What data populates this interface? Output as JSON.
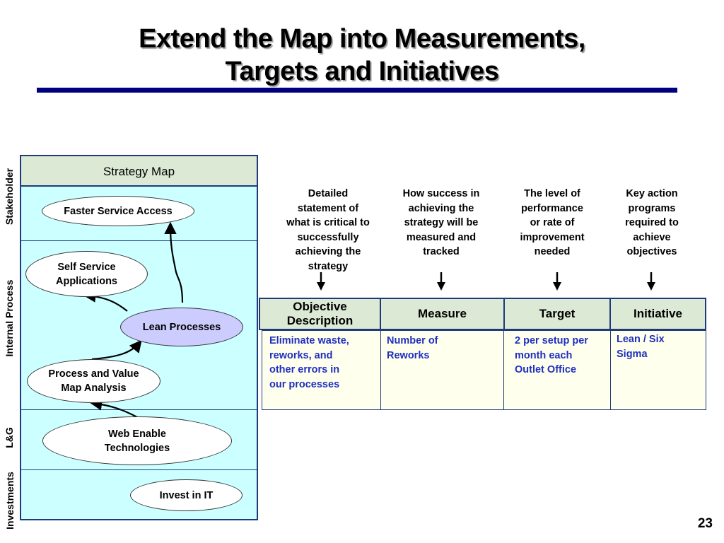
{
  "title": {
    "line1": "Extend the Map into Measurements,",
    "line2": "Targets and Initiatives"
  },
  "side_labels": {
    "stakeholder": "Stakeholder",
    "internal_process": "Internal Process",
    "lg": "L&G",
    "investments": "Investments"
  },
  "strategy_map": {
    "header": "Strategy Map",
    "nodes": {
      "faster_service": "Faster Service Access",
      "self_service_1": "Self Service",
      "self_service_2": "Applications",
      "lean_processes": "Lean Processes",
      "process_value_1": "Process and Value",
      "process_value_2": "Map Analysis",
      "web_enable_1": "Web Enable",
      "web_enable_2": "Technologies",
      "invest_it": "Invest in IT"
    }
  },
  "descriptions": {
    "objective": [
      "Detailed",
      "statement of",
      "what is critical to",
      "successfully",
      "achieving the",
      "strategy"
    ],
    "measure": [
      "How success in",
      "achieving the",
      "strategy will be",
      "measured and",
      "tracked"
    ],
    "target": [
      "The level of",
      "performance",
      "or rate of",
      "improvement",
      "needed"
    ],
    "initiative": [
      "Key action",
      "programs",
      "required to",
      "achieve",
      "objectives"
    ]
  },
  "table": {
    "headers": {
      "objective_1": "Objective",
      "objective_2": "Description",
      "measure": "Measure",
      "target": "Target",
      "initiative": "Initiative"
    },
    "cells": {
      "objective": [
        "Eliminate waste,",
        "reworks, and",
        "other errors in",
        "our processes"
      ],
      "measure": [
        "Number of",
        "Reworks"
      ],
      "target": [
        "2 per setup per",
        "month each",
        "Outlet Office"
      ],
      "initiative": [
        "Lean / Six",
        "Sigma"
      ]
    }
  },
  "page_number": "23",
  "colors": {
    "title_rule": "#00007f",
    "panel_bg": "#ccffff",
    "header_bg": "#dce9d5",
    "lean_node": "#ccccff",
    "cell_bg": "#ffffee",
    "cell_text": "#1f2fbf",
    "border": "#1f3a7a"
  }
}
